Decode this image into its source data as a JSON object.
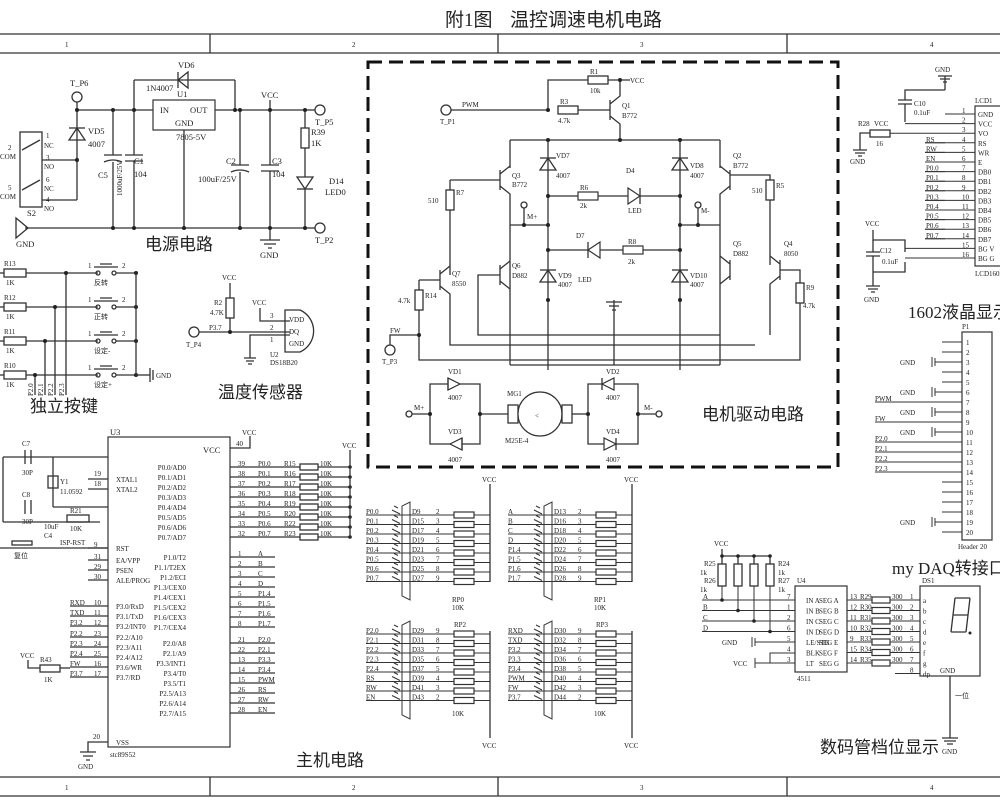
{
  "title": {
    "fig": "附1图",
    "name": "温控调速电机电路"
  },
  "grid": {
    "columns": [
      "1",
      "2",
      "3",
      "4"
    ]
  },
  "sections": {
    "power": "电源电路",
    "keys": "独立按键",
    "temp": "温度传感器",
    "mcu": "主机电路",
    "motor": "电机驱动电路",
    "lcd": "1602液晶显示",
    "daq": "my DAQ转接口",
    "seg": "数码管档位显示"
  },
  "power": {
    "tp6": "T_P6",
    "tp5": "T_P5",
    "tp2": "T_P2",
    "vd5": "VD5",
    "vd5_val": "4007",
    "vd6": "VD6",
    "vd6_val": "1N4007",
    "u1": "U1",
    "u1_val": "7805-5V",
    "u1_in": "IN",
    "u1_out": "OUT",
    "u1_gnd": "GND",
    "c5": "C5",
    "c5_val": "1000uF/25V",
    "c1": "C1",
    "c1_val": "104",
    "c2": "C2",
    "c2_val": "100uF/25V",
    "c3": "C3",
    "c3_val": "104",
    "r39": "R39",
    "r39_val": "1K",
    "d14": "D14",
    "d14_val": "LED0",
    "vcc": "VCC",
    "gnd": "GND",
    "s2": "S2",
    "switch_pins": [
      "1",
      "2",
      "3",
      "4",
      "5",
      "6"
    ],
    "switch_labels": [
      "NC",
      "COM",
      "NO",
      "NO",
      "COM",
      "NC"
    ]
  },
  "keys": {
    "rows": [
      {
        "r": "R13",
        "val": "1K",
        "label": "反转"
      },
      {
        "r": "R12",
        "val": "1K",
        "label": "正转"
      },
      {
        "r": "R11",
        "val": "1K",
        "label": "设定-"
      },
      {
        "r": "R10",
        "val": "1K",
        "label": "设定+"
      }
    ],
    "ports": [
      "P2.0",
      "P2.1",
      "P2.2",
      "P2.3"
    ],
    "gnd": "GND"
  },
  "temp": {
    "r2": "R2",
    "r2_val": "4.7K",
    "port": "P3.7",
    "tp": "T_P4",
    "u2": "U2",
    "u2_val": "DS18B20",
    "pins": [
      "VDD",
      "DQ",
      "GND"
    ],
    "pin_nums": [
      "3",
      "2",
      "1"
    ],
    "vcc": "VCC"
  },
  "mcu": {
    "u3": "U3",
    "part": "stc89S52",
    "c7": "C7",
    "c7_val": "30P",
    "c8": "C8",
    "c8_val": "30P",
    "y1": "Y1",
    "y1_val": "11.0592",
    "r21": "R21",
    "r21_val": "10K",
    "c_rst": "10uF",
    "c4": "C4",
    "rst_net": "ISP-RST",
    "rst_key": "复位",
    "r43": "R43",
    "r43_val": "1K",
    "vcc": "VCC",
    "gnd": "GND",
    "left_pins": [
      {
        "num": "19",
        "name": "XTAL1",
        "net": ""
      },
      {
        "num": "18",
        "name": "XTAL2",
        "net": ""
      },
      {
        "num": "9",
        "name": "RST",
        "net": ""
      },
      {
        "num": "31",
        "name": "EA/VPP",
        "net": ""
      },
      {
        "num": "29",
        "name": "PSEN",
        "net": ""
      },
      {
        "num": "30",
        "name": "ALE/PROG",
        "net": ""
      },
      {
        "num": "10",
        "name": "P3.0/RxD",
        "net": "RXD"
      },
      {
        "num": "11",
        "name": "P3.1/TxD",
        "net": "TXD"
      },
      {
        "num": "12",
        "name": "P3.2/INT0",
        "net": "P3.2"
      },
      {
        "num": "23",
        "name": "P2.2/A10",
        "net": "P2.2"
      },
      {
        "num": "24",
        "name": "P2.3/A11",
        "net": "P2.3"
      },
      {
        "num": "25",
        "name": "P2.4/A12",
        "net": "P2.4"
      },
      {
        "num": "16",
        "name": "P3.6/WR",
        "net": "FW"
      },
      {
        "num": "17",
        "name": "P3.7/RD",
        "net": "P3.7"
      },
      {
        "num": "20",
        "name": "VSS",
        "net": ""
      }
    ],
    "vcc_pin": {
      "num": "40",
      "name": "VCC"
    },
    "right_pins": [
      {
        "num": "39",
        "name": "P0.0/AD0",
        "net": "P0.0",
        "r": "R15",
        "val": "10K"
      },
      {
        "num": "38",
        "name": "P0.1/AD1",
        "net": "P0.1",
        "r": "R16",
        "val": "10K"
      },
      {
        "num": "37",
        "name": "P0.2/AD2",
        "net": "P0.2",
        "r": "R17",
        "val": "10K"
      },
      {
        "num": "36",
        "name": "P0.3/AD3",
        "net": "P0.3",
        "r": "R18",
        "val": "10K"
      },
      {
        "num": "35",
        "name": "P0.4/AD4",
        "net": "P0.4",
        "r": "R19",
        "val": "10K"
      },
      {
        "num": "34",
        "name": "P0.5/AD5",
        "net": "P0.5",
        "r": "R20",
        "val": "10K"
      },
      {
        "num": "33",
        "name": "P0.6/AD6",
        "net": "P0.6",
        "r": "R22",
        "val": "10K"
      },
      {
        "num": "32",
        "name": "P0.7/AD7",
        "net": "P0.7",
        "r": "R23",
        "val": "10K"
      },
      {
        "num": "1",
        "name": "P1.0/T2",
        "net": "A"
      },
      {
        "num": "2",
        "name": "P1.1/T2EX",
        "net": "B"
      },
      {
        "num": "3",
        "name": "P1.2/ECI",
        "net": "C"
      },
      {
        "num": "4",
        "name": "P1.3/CEX0",
        "net": "D"
      },
      {
        "num": "5",
        "name": "P1.4/CEX1",
        "net": "P1.4"
      },
      {
        "num": "6",
        "name": "P1.5/CEX2",
        "net": "P1.5"
      },
      {
        "num": "7",
        "name": "P1.6/CEX3",
        "net": "P1.6"
      },
      {
        "num": "8",
        "name": "P1.7/CEX4",
        "net": "P1.7"
      },
      {
        "num": "21",
        "name": "P2.0/A8",
        "net": "P2.0"
      },
      {
        "num": "22",
        "name": "P2.1/A9",
        "net": "P2.1"
      },
      {
        "num": "13",
        "name": "P3.3/INT1",
        "net": "P3.3"
      },
      {
        "num": "14",
        "name": "P3.4/T0",
        "net": "P3.4"
      },
      {
        "num": "15",
        "name": "P3.5/T1",
        "net": "PWM"
      },
      {
        "num": "26",
        "name": "P2.5/A13",
        "net": "RS"
      },
      {
        "num": "27",
        "name": "P2.6/A14",
        "net": "RW"
      },
      {
        "num": "28",
        "name": "P2.7/A15",
        "net": "EN"
      }
    ]
  },
  "motor": {
    "tp1": "T_P1",
    "pwm": "PWM",
    "tp3": "T_P3",
    "fw": "FW",
    "vcc": "VCC",
    "r1": "R1",
    "r1_val": "10k",
    "r3": "R3",
    "r3_val": "4.7k",
    "q1": "Q1",
    "q1_val": "B772",
    "q2": "Q2",
    "q2_val": "B772",
    "q3": "Q3",
    "q3_val": "B772",
    "q4": "Q4",
    "q4_val": "8050",
    "q5": "Q5",
    "q5_val": "D882",
    "q6": "Q6",
    "q6_val": "D882",
    "q7": "Q7",
    "q7_val": "8550",
    "r5": "R5",
    "r5_val": "510",
    "r7": "R7",
    "r7_val": "510",
    "r6": "R6",
    "r6_val": "2k",
    "r8": "R8",
    "r8_val": "2k",
    "r9": "R9",
    "r9_val": "4.7k",
    "r14": "R14",
    "r14_val": "4.7k",
    "d4": "D4",
    "d4_val": "LED",
    "d7": "D7",
    "d7_val": "LED",
    "vd7": "VD7",
    "vd8": "VD8",
    "vd9": "VD9",
    "vd10": "VD10",
    "vd1": "VD1",
    "vd2": "VD2",
    "vd3": "VD3",
    "vd4": "VD4",
    "diode_val": "4007",
    "mplus": "M+",
    "mminus": "M-",
    "mg1": "MG1",
    "mg1_val": "M25E-4"
  },
  "leds": {
    "rp0": "RP0",
    "rp1": "RP1",
    "rp2": "RP2",
    "rp3": "RP3",
    "rp_val": "10K",
    "vcc": "VCC",
    "bank0": [
      {
        "net": "P0.0",
        "d": "D9",
        "pin": "2"
      },
      {
        "net": "P0.1",
        "d": "D15",
        "pin": "3"
      },
      {
        "net": "P0.2",
        "d": "D17",
        "pin": "4"
      },
      {
        "net": "P0.3",
        "d": "D19",
        "pin": "5"
      },
      {
        "net": "P0.4",
        "d": "D21",
        "pin": "6"
      },
      {
        "net": "P0.5",
        "d": "D23",
        "pin": "7"
      },
      {
        "net": "P0.6",
        "d": "D25",
        "pin": "8"
      },
      {
        "net": "P0.7",
        "d": "D27",
        "pin": "9"
      }
    ],
    "bank1": [
      {
        "net": "A",
        "d": "D13",
        "pin": "2"
      },
      {
        "net": "B",
        "d": "D16",
        "pin": "3"
      },
      {
        "net": "C",
        "d": "D18",
        "pin": "4"
      },
      {
        "net": "D",
        "d": "D20",
        "pin": "5"
      },
      {
        "net": "P1.4",
        "d": "D22",
        "pin": "6"
      },
      {
        "net": "P1.5",
        "d": "D24",
        "pin": "7"
      },
      {
        "net": "P1.6",
        "d": "D26",
        "pin": "8"
      },
      {
        "net": "P1.7",
        "d": "D28",
        "pin": "9"
      }
    ],
    "bank2": [
      {
        "net": "P2.0",
        "d": "D29",
        "pin": "9"
      },
      {
        "net": "P2.1",
        "d": "D31",
        "pin": "8"
      },
      {
        "net": "P2.2",
        "d": "D33",
        "pin": "7"
      },
      {
        "net": "P2.3",
        "d": "D35",
        "pin": "6"
      },
      {
        "net": "P2.4",
        "d": "D37",
        "pin": "5"
      },
      {
        "net": "RS",
        "d": "D39",
        "pin": "4"
      },
      {
        "net": "RW",
        "d": "D41",
        "pin": "3"
      },
      {
        "net": "EN",
        "d": "D43",
        "pin": "2"
      }
    ],
    "bank3": [
      {
        "net": "RXD",
        "d": "D30",
        "pin": "9"
      },
      {
        "net": "TXD",
        "d": "D32",
        "pin": "8"
      },
      {
        "net": "P3.2",
        "d": "D34",
        "pin": "7"
      },
      {
        "net": "P3.3",
        "d": "D36",
        "pin": "6"
      },
      {
        "net": "P3.4",
        "d": "D38",
        "pin": "5"
      },
      {
        "net": "PWM",
        "d": "D40",
        "pin": "4"
      },
      {
        "net": "FW",
        "d": "D42",
        "pin": "3"
      },
      {
        "net": "P3.7",
        "d": "D44",
        "pin": "2"
      }
    ]
  },
  "lcd": {
    "name": "LCD1",
    "part": "LCD1602",
    "gnd": "GND",
    "vcc": "VCC",
    "c10": "C10",
    "c10_val": "0.1uF",
    "c12": "C12",
    "c12_val": "0.1uF",
    "r28": "R28",
    "r28_val": "16",
    "pins": [
      {
        "num": "1",
        "name": "GND",
        "net": ""
      },
      {
        "num": "2",
        "name": "VCC",
        "net": ""
      },
      {
        "num": "3",
        "name": "VO",
        "net": ""
      },
      {
        "num": "4",
        "name": "RS",
        "net": "RS"
      },
      {
        "num": "5",
        "name": "WR",
        "net": "RW"
      },
      {
        "num": "6",
        "name": "E",
        "net": "EN"
      },
      {
        "num": "7",
        "name": "DB0",
        "net": "P0.0"
      },
      {
        "num": "8",
        "name": "DB1",
        "net": "P0.1"
      },
      {
        "num": "9",
        "name": "DB2",
        "net": "P0.2"
      },
      {
        "num": "10",
        "name": "DB3",
        "net": "P0.3"
      },
      {
        "num": "11",
        "name": "DB4",
        "net": "P0.4"
      },
      {
        "num": "12",
        "name": "DB5",
        "net": "P0.5"
      },
      {
        "num": "13",
        "name": "DB6",
        "net": "P0.6"
      },
      {
        "num": "14",
        "name": "DB7",
        "net": "P0.7"
      },
      {
        "num": "15",
        "name": "BG V",
        "net": ""
      },
      {
        "num": "16",
        "name": "BG G",
        "net": ""
      }
    ]
  },
  "daq": {
    "name": "P1",
    "part": "Header 20",
    "pins": [
      "1",
      "2",
      "3",
      "4",
      "5",
      "6",
      "7",
      "8",
      "9",
      "10",
      "11",
      "12",
      "13",
      "14",
      "15",
      "16",
      "17",
      "18",
      "19",
      "20"
    ],
    "nets": {
      "3": "GND",
      "6": "GND",
      "7": "PWM",
      "8": "GND",
      "9": "FW",
      "10": "GND",
      "11": "P2.0",
      "12": "P2.1",
      "13": "P2.2",
      "14": "P2.3",
      "19": "GND"
    }
  },
  "seg": {
    "u4": "U4",
    "part": "4511",
    "ds1": "DS1",
    "ds_label": "一位",
    "vcc": "VCC",
    "gnd": "GND",
    "pullups": [
      {
        "r": "R25",
        "val": "1k"
      },
      {
        "r": "R26",
        "val": "1k"
      },
      {
        "r": "R24",
        "val": "1k"
      },
      {
        "r": "R27",
        "val": "1k"
      }
    ],
    "inputs": [
      {
        "net": "A",
        "num": "7",
        "name": "IN A"
      },
      {
        "net": "B",
        "num": "1",
        "name": "IN B"
      },
      {
        "net": "C",
        "num": "2",
        "name": "IN C"
      },
      {
        "net": "D",
        "num": "6",
        "name": "IN D"
      },
      {
        "net": "GND",
        "num": "5",
        "name": "LE/STB"
      },
      {
        "net": "",
        "num": "4",
        "name": "BLK"
      },
      {
        "net": "VCC",
        "num": "3",
        "name": "LT"
      }
    ],
    "outputs": [
      {
        "name": "SEG A",
        "num": "13",
        "r": "R29",
        "val": "300",
        "dpin": "1",
        "seg": "a"
      },
      {
        "name": "SEG B",
        "num": "12",
        "r": "R30",
        "val": "300",
        "dpin": "2",
        "seg": "b"
      },
      {
        "name": "SEG C",
        "num": "11",
        "r": "R31",
        "val": "300",
        "dpin": "3",
        "seg": "c"
      },
      {
        "name": "SEG D",
        "num": "10",
        "r": "R32",
        "val": "300",
        "dpin": "4",
        "seg": "d"
      },
      {
        "name": "SEG E",
        "num": "9",
        "r": "R33",
        "val": "300",
        "dpin": "5",
        "seg": "e"
      },
      {
        "name": "SEG F",
        "num": "15",
        "r": "R34",
        "val": "300",
        "dpin": "6",
        "seg": "f"
      },
      {
        "name": "SEG G",
        "num": "14",
        "r": "R35",
        "val": "300",
        "dpin": "7",
        "seg": "g"
      }
    ],
    "dp": {
      "pin": "8",
      "seg": "dp"
    }
  }
}
